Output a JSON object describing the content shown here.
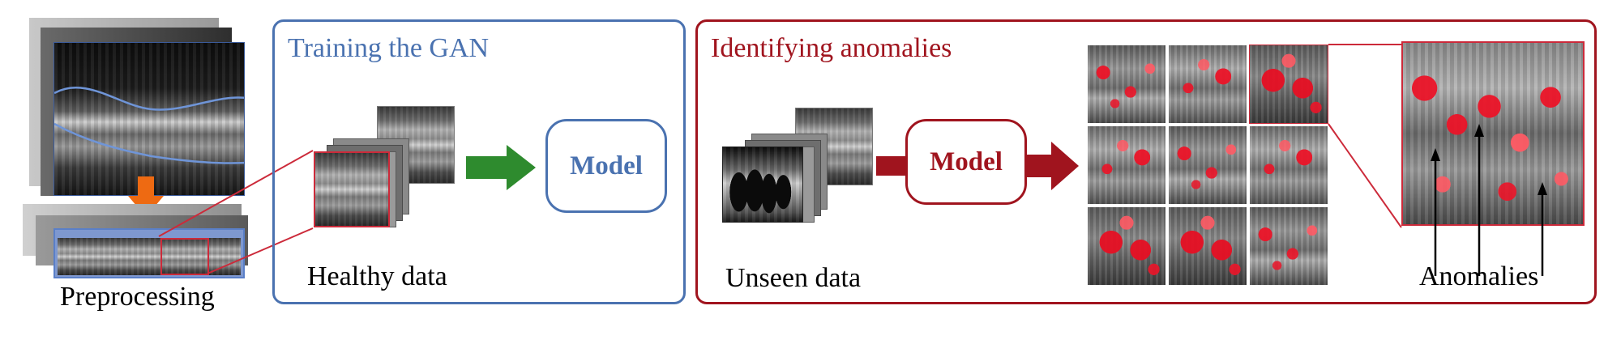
{
  "preprocessing": {
    "caption": "Preprocessing"
  },
  "training_panel": {
    "title": "Training the GAN",
    "caption": "Healthy data",
    "model_label": "Model"
  },
  "anomaly_panel": {
    "title": "Identifying anomalies",
    "caption": "Unseen data",
    "model_label": "Model",
    "annotation": "Anomalies"
  },
  "colors": {
    "training_accent": "#4a72b0",
    "anomaly_accent": "#a0141e",
    "green_arrow": "#2e8b2e",
    "orange_arrow": "#ee6a12",
    "heat_red": "#e8142a"
  },
  "icons": [
    "orange-down-arrow",
    "green-right-arrow",
    "red-right-arrow",
    "anomaly-pointer-arrows"
  ]
}
